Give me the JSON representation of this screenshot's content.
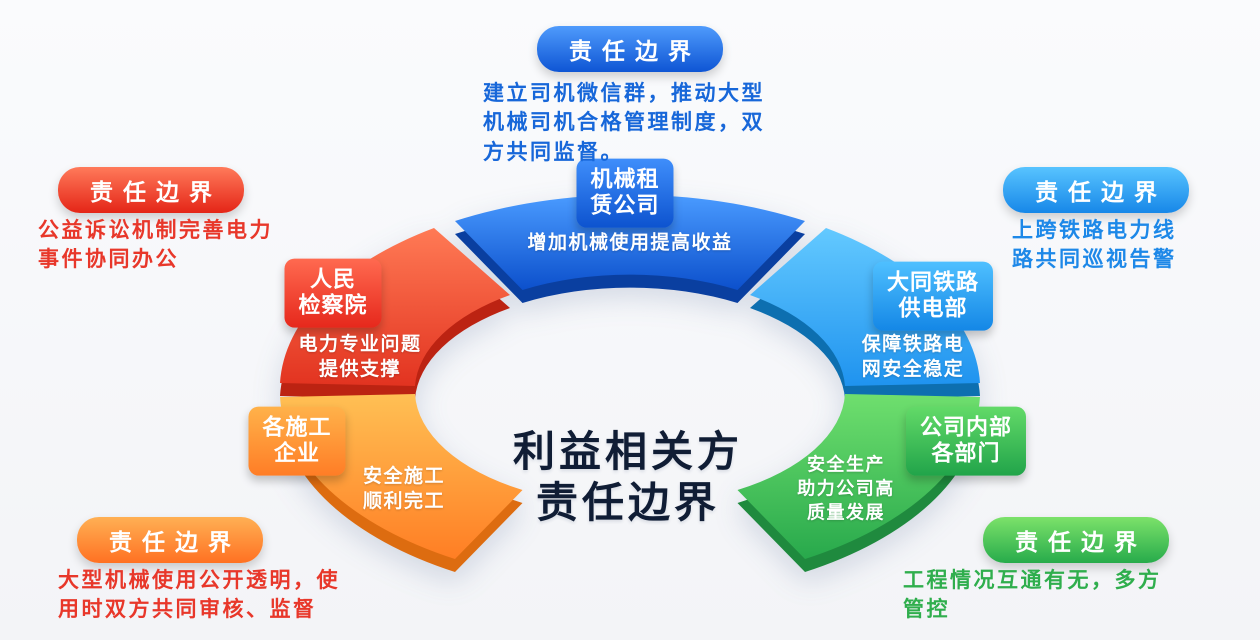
{
  "title": "利益相关方\n责任边界",
  "callouts": {
    "top": {
      "pill": "责任边界",
      "text": "建立司机微信群，推动大型\n机械司机合格管理制度，双\n方共同监督。",
      "color": "#1767d9"
    },
    "left_top": {
      "pill": "责任边界",
      "text": "公益诉讼机制完善电力\n事件协同办公",
      "color": "#e8372a"
    },
    "right_top": {
      "pill": "责任边界",
      "text": "上跨铁路电力线\n路共同巡视告警",
      "color": "#1d88e8"
    },
    "left_bottom": {
      "pill": "责任边界",
      "text": "大型机械使用公开透明，使\n用时双方共同审核、监督",
      "color": "#e8372a"
    },
    "right_bottom": {
      "pill": "责任边界",
      "text": "工程情况互通有无，多方\n管控",
      "color": "#2fae4d"
    }
  },
  "segments": {
    "machinery": {
      "badge": "机械租\n赁公司",
      "desc": "增加机械使用提高收益",
      "color": "#1258d4"
    },
    "railway": {
      "badge": "大同铁路\n供电部",
      "desc": "保障铁路电\n网安全稳定",
      "color": "#2196f3"
    },
    "internal": {
      "badge": "公司内部\n各部门",
      "desc": "安全生产\n助力公司高\n质量发展",
      "color": "#32b44e"
    },
    "construction": {
      "badge": "各施工\n企业",
      "desc": "安全施工\n顺利完工",
      "color": "#ff8c2e"
    },
    "procuratorate": {
      "badge": "人民\n检察院",
      "desc": "电力专业问题\n提供支撑",
      "color": "#ef3b24"
    }
  }
}
